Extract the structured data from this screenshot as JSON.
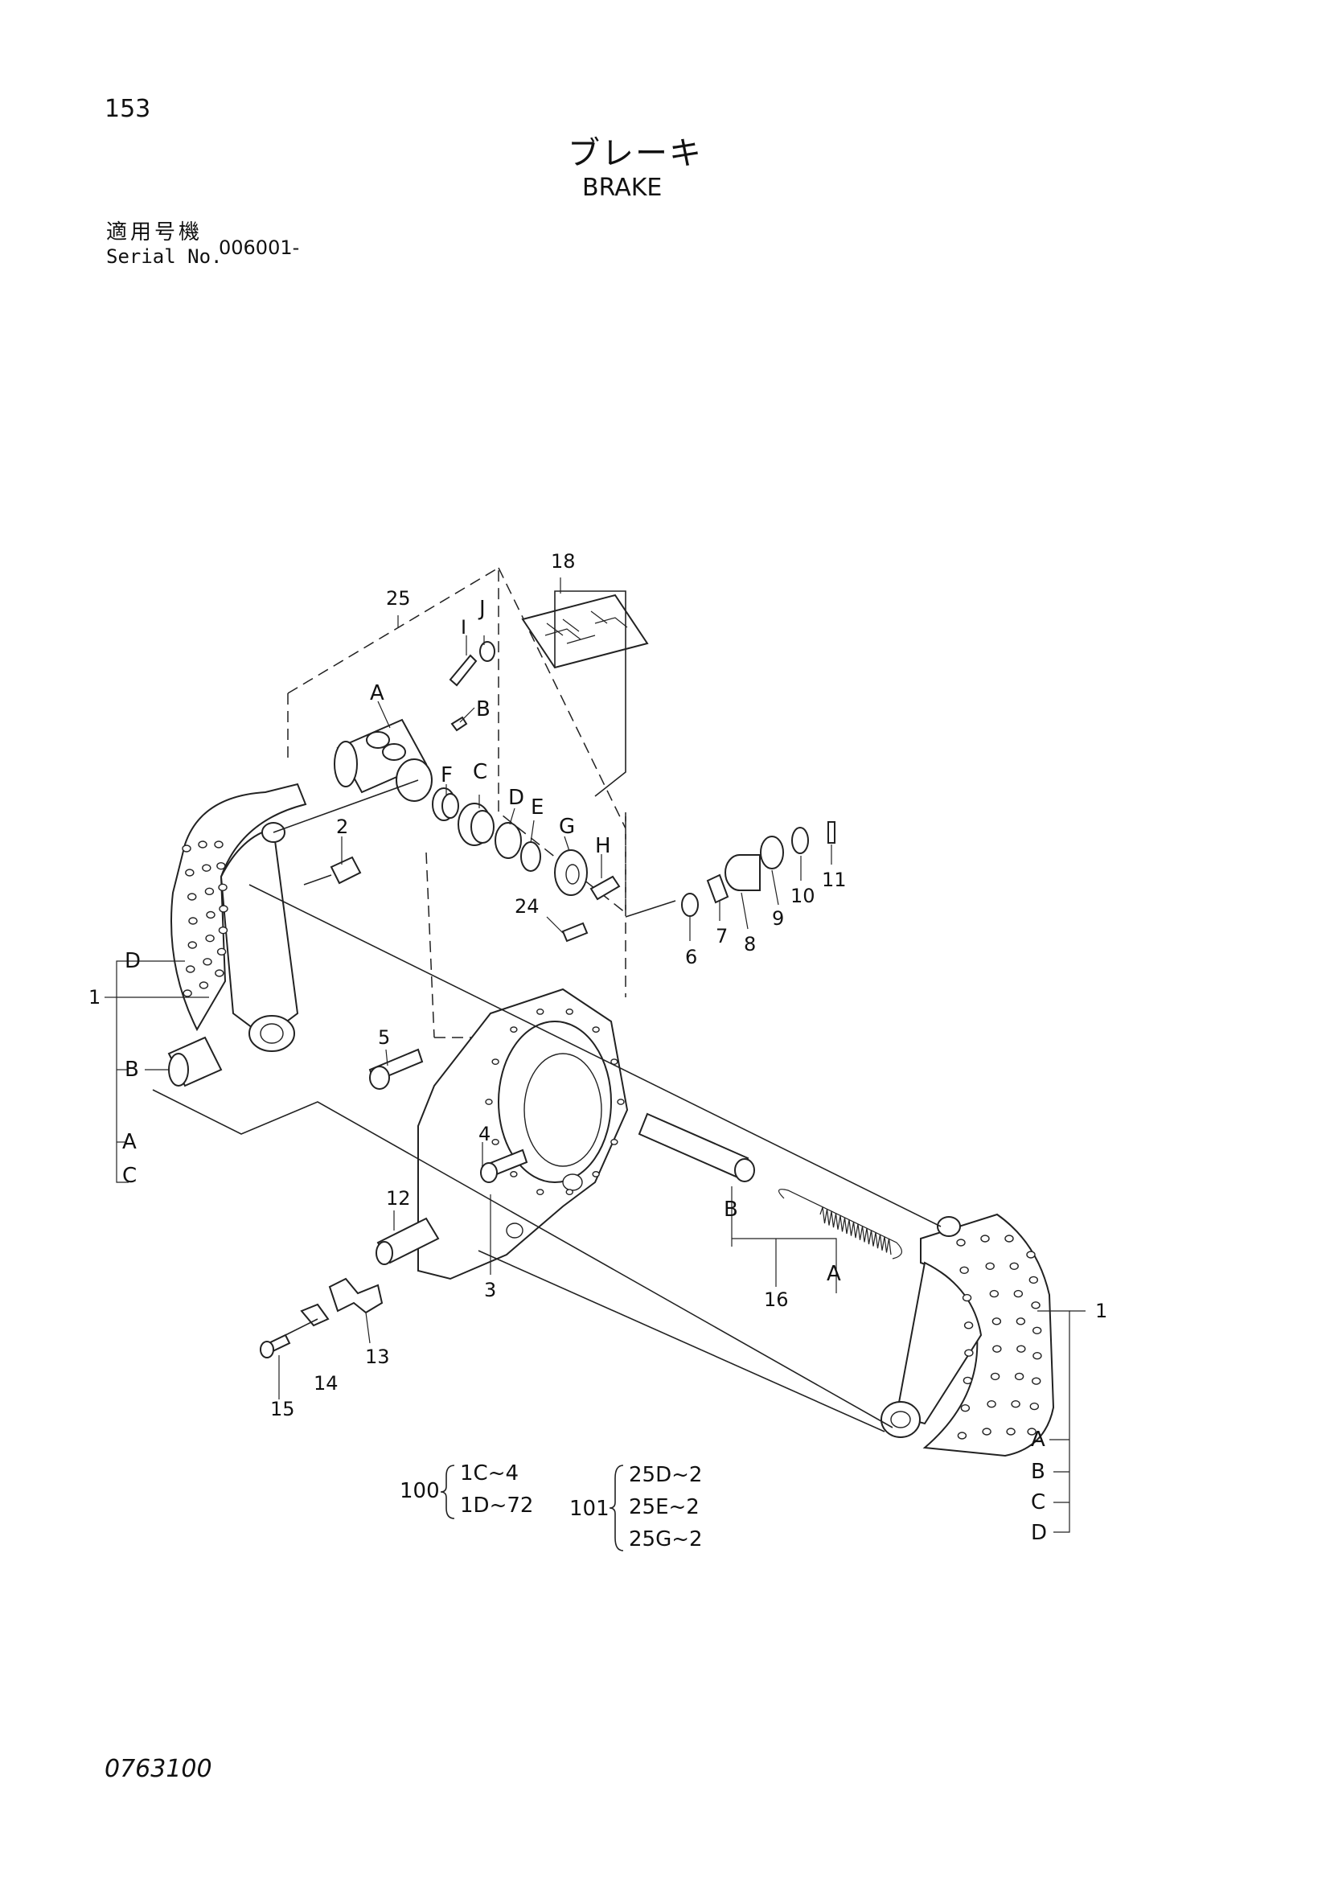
{
  "header": {
    "page_number": "153",
    "title_jp": "ブレーキ",
    "title_en": "BRAKE",
    "serial_label_jp": "適用号機",
    "serial_label_en": "Serial No.",
    "serial_value": "006001-"
  },
  "footer": {
    "doc_number": "0763100"
  },
  "callouts": {
    "p1": "1",
    "p2": "2",
    "p3": "3",
    "p4": "4",
    "p5": "5",
    "p6": "6",
    "p7": "7",
    "p8": "8",
    "p9": "9",
    "p10": "10",
    "p11": "11",
    "p12": "12",
    "p13": "13",
    "p14": "14",
    "p15": "15",
    "p16": "16",
    "p18": "18",
    "p24": "24",
    "p25": "25",
    "A": "A",
    "B": "B",
    "C": "C",
    "D": "D",
    "E": "E",
    "F": "F",
    "G": "G",
    "H": "H",
    "I": "I",
    "J": "J"
  },
  "kits": {
    "k100": {
      "number": "100",
      "items": [
        "1C~4",
        "1D~72"
      ]
    },
    "k101": {
      "number": "101",
      "items": [
        "25D~2",
        "25E~2",
        "25G~2"
      ]
    }
  }
}
